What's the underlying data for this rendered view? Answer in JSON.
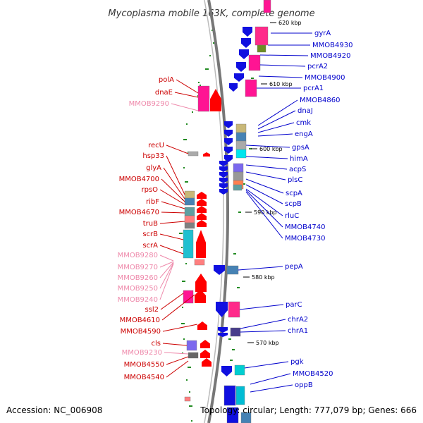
{
  "title": "Mycoplasma mobile 163K, complete genome",
  "footer": {
    "accession": "Accession: NC_006908",
    "summary": "Topology: circular; Length: 777,079 bp; Genes: 666"
  },
  "colors": {
    "forward_label": "#0000cc",
    "reverse_label": "#cc0000",
    "pseudo_label": "#ee88aa",
    "backbone": "#888888",
    "tick": "#228b22"
  },
  "scale_labels": [
    "620 kbp",
    "610 kbp",
    "600 kbp",
    "590 kbp",
    "580 kbp",
    "570 kbp"
  ],
  "forward_genes": [
    "gyrA",
    "MMOB4930",
    "MMOB4920",
    "pcrA2",
    "MMOB4900",
    "pcrA1",
    "MMOB4860",
    "dnaJ",
    "cmk",
    "engA",
    "gpsA",
    "himA",
    "acpS",
    "plsC",
    "scpA",
    "scpB",
    "rluC",
    "MMOB4740",
    "MMOB4730",
    "pepA",
    "parC",
    "chrA2",
    "chrA1",
    "pgk",
    "MMOB4520",
    "oppB"
  ],
  "reverse_genes": [
    "polA",
    "dnaE",
    "MMOB9290",
    "recU",
    "hsp33",
    "glyA",
    "MMOB4700",
    "rpsO",
    "ribF",
    "MMOB4670",
    "truB",
    "scrB",
    "scrA",
    "MMOB9280",
    "MMOB9270",
    "MMOB9260",
    "MMOB9250",
    "MMOB9240",
    "ssl2",
    "MMOB4610",
    "MMOB4590",
    "cls",
    "MMOB9230",
    "MMOB4550",
    "MMOB4540"
  ],
  "pseudo_genes": [
    "MMOB9290",
    "MMOB9280",
    "MMOB9270",
    "MMOB9260",
    "MMOB9250",
    "MMOB9240",
    "MMOB9230"
  ]
}
